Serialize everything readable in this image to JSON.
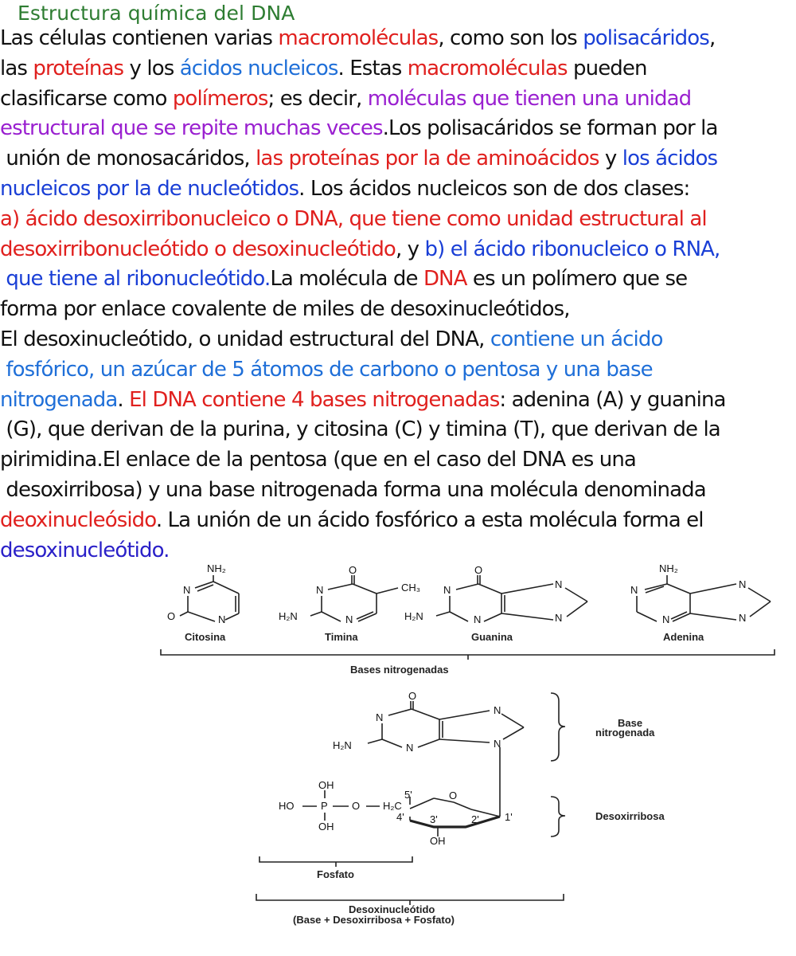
{
  "title": "Estructura química del DNA",
  "colors": {
    "title": "#2e7d32",
    "black": "#111111",
    "red": "#e0201e",
    "blue": "#1a3fd6",
    "lightblue": "#1f6fd8",
    "purple": "#9a20d0",
    "indigo": "#2a20c8"
  },
  "lines": [
    [
      {
        "t": "Las células contienen varias ",
        "c": "black"
      },
      {
        "t": "macromoléculas",
        "c": "red"
      },
      {
        "t": ", como son los ",
        "c": "black"
      },
      {
        "t": "polisacáridos",
        "c": "blue"
      },
      {
        "t": ",",
        "c": "black"
      }
    ],
    [
      {
        "t": "las ",
        "c": "black"
      },
      {
        "t": "proteínas",
        "c": "red"
      },
      {
        "t": " y los ",
        "c": "black"
      },
      {
        "t": "ácidos nucleicos",
        "c": "lightblue"
      },
      {
        "t": ". Estas ",
        "c": "black"
      },
      {
        "t": "macromoléculas",
        "c": "red"
      },
      {
        "t": " pueden",
        "c": "black"
      }
    ],
    [
      {
        "t": "clasificarse como ",
        "c": "black"
      },
      {
        "t": "polímeros",
        "c": "red"
      },
      {
        "t": "; es decir, ",
        "c": "black"
      },
      {
        "t": "moléculas que tienen una unidad",
        "c": "purple"
      }
    ],
    [
      {
        "t": "estructural que se repite muchas veces",
        "c": "purple"
      },
      {
        "t": ".Los polisacáridos se forman por la",
        "c": "black"
      }
    ],
    [
      {
        "t": " unión de monosacáridos, ",
        "c": "black"
      },
      {
        "t": "las proteínas por la de aminoácidos",
        "c": "red"
      },
      {
        "t": " y ",
        "c": "black"
      },
      {
        "t": "los ácidos",
        "c": "blue"
      }
    ],
    [
      {
        "t": "nucleicos por la de nucleótidos",
        "c": "blue"
      },
      {
        "t": ". Los ácidos nucleicos son de dos clases:",
        "c": "black"
      }
    ],
    [
      {
        "t": "a) ácido desoxirribonucleico o DNA, que tiene como unidad estructural al",
        "c": "red"
      }
    ],
    [
      {
        "t": "desoxirribonucleótido o desoxinucleótido",
        "c": "red"
      },
      {
        "t": ", y ",
        "c": "black"
      },
      {
        "t": "b) el ácido ribonucleico o RNA,",
        "c": "blue"
      }
    ],
    [
      {
        "t": " que tiene al ribonucleótido.",
        "c": "blue"
      },
      {
        "t": "La molécula de ",
        "c": "black"
      },
      {
        "t": "DNA",
        "c": "red"
      },
      {
        "t": " es un polímero que se",
        "c": "black"
      }
    ],
    [
      {
        "t": "forma por enlace covalente de miles de desoxinucleótidos,",
        "c": "black"
      }
    ],
    [
      {
        "t": "El desoxinucleótido, o unidad estructural del DNA, ",
        "c": "black"
      },
      {
        "t": "contiene un ácido",
        "c": "lightblue"
      }
    ],
    [
      {
        "t": " fosfórico, un azúcar de 5 átomos de carbono o pentosa y una base",
        "c": "lightblue"
      }
    ],
    [
      {
        "t": "nitrogenada",
        "c": "lightblue"
      },
      {
        "t": ". ",
        "c": "black"
      },
      {
        "t": "El DNA contiene 4 bases nitrogenadas",
        "c": "red"
      },
      {
        "t": ": adenina (A) y guanina",
        "c": "black"
      }
    ],
    [
      {
        "t": " (G), que derivan de la purina, y citosina (C) y timina (T), que derivan de la",
        "c": "black"
      }
    ],
    [
      {
        "t": "pirimidina.El enlace de la pentosa (que en el caso del DNA es una",
        "c": "black"
      }
    ],
    [
      {
        "t": " desoxirribosa) y una base nitrogenada forma una molécula denominada",
        "c": "black"
      }
    ],
    [
      {
        "t": "deoxinucleósido",
        "c": "red"
      },
      {
        "t": ". La unión de un ácido fosfórico a esta molécula forma el",
        "c": "black"
      }
    ],
    [
      {
        "t": "desoxinucleótido.",
        "c": "indigo"
      }
    ]
  ],
  "figure": {
    "bases": {
      "citosina": "Citosina",
      "timina": "Timina",
      "guanina": "Guanina",
      "adenina": "Adenina",
      "group_label": "Bases nitrogenadas"
    },
    "atoms": {
      "nh2": "NH₂",
      "h2n": "H₂N",
      "n": "N",
      "o": "O",
      "ch3": "CH₃",
      "oh": "OH",
      "ho": "HO",
      "p": "P",
      "h2c": "H₂C",
      "c5": "5'",
      "c4": "4'",
      "c3": "3'",
      "c2": "2'",
      "c1": "1'"
    },
    "labels": {
      "base_line1": "Base",
      "base_line2": "nitrogenada",
      "desoxirribosa": "Desoxirribosa",
      "fosfato": "Fosfato",
      "nucleotido_line1": "Desoxinucleótido",
      "nucleotido_line2": "(Base + Desoxirribosa + Fosfato)"
    }
  }
}
